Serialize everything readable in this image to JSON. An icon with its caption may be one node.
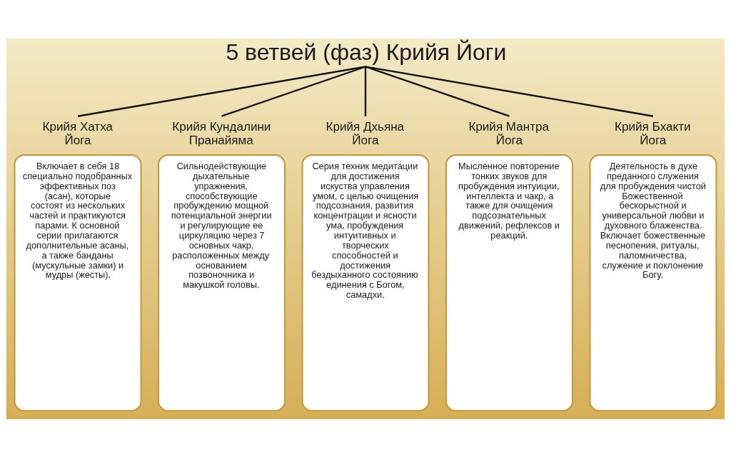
{
  "diagram": {
    "nodes": [
      {
        "text": [
          "5 ветвей (фаз) Крийя Йоги"
        ]
      },
      {
        "text": [
          "Крийя Хатха Йога",
          "Включает в себя 18 специально подобранных эффективных поз (асан), которые состоят из нескольких частей и практикуются парами. К основной серии прилагаются дополнительные асаны, а также банданы (мускульные замки) и мудры (жесты)."
        ]
      },
      {
        "text": [
          "Крийя Кундалини Пранайяма",
          "Сильнодействующие дыхательные упражнения, способствующие пробуждению мощной потенциальной энергии и регулирующие ее циркуляцию через 7 основных чакр, расположенных между основанием позвоночника и макушкой головы."
        ]
      },
      {
        "text": [
          "Крийя Дхьяна Йога",
          "Серия техник медитации для достижения искуства управления умом, с целью очищения подсознания, развития концентрации и ясности ума, пробуждения интуитивных и творческих способностей и достижения бездыханного состоянию единения с Богом, самадхи."
        ]
      },
      {
        "text": [
          "Крийя Мантра Йога",
          "Мысленное повторение тонких звуков для пробуждения интуиции, интеллекта и чакр, а также для очищения подсознательных движений, рефлексов и реакций."
        ]
      },
      {
        "text": [
          "Крийя Бхакти Йога",
          "Деятельность в духе преданного служения для пробуждения чистой Божественной бескорыстной и универсальной любви и духовного блаженства. Включает божественные песнопения, ритуалы, паломничества, служение и поклонение Богу."
        ]
      }
    ],
    "edges": [
      {
        "from": 0,
        "to": 1,
        "arrow": "none"
      },
      {
        "from": 0,
        "to": 2,
        "arrow": "none"
      },
      {
        "from": 0,
        "to": 3,
        "arrow": "none"
      },
      {
        "from": 0,
        "to": 4,
        "arrow": "none"
      },
      {
        "from": 0,
        "to": 5,
        "arrow": "none"
      }
    ]
  }
}
